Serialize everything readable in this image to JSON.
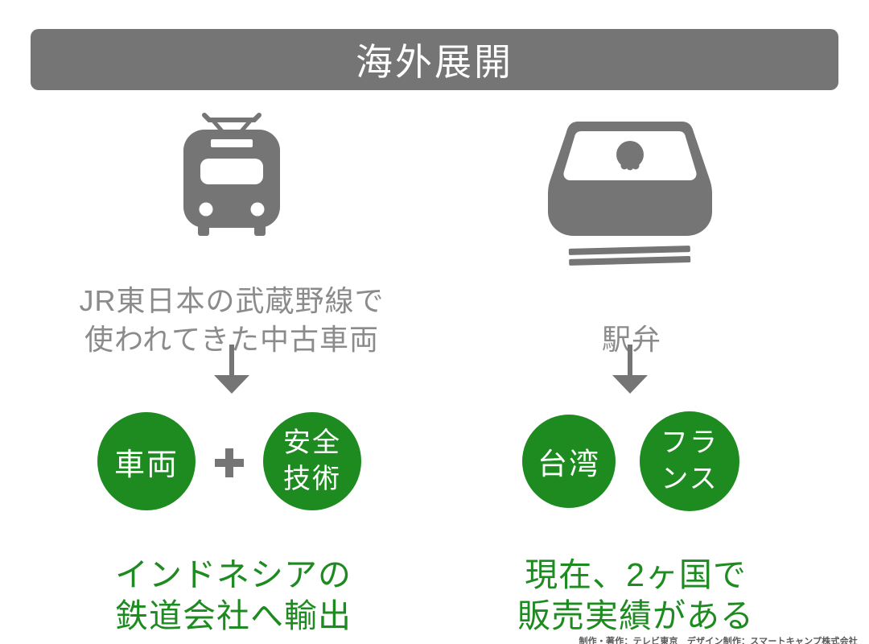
{
  "colors": {
    "green": "#1d8b20",
    "gray": "#757575",
    "light_gray_text": "#8b8b8b",
    "credit_gray": "#595959",
    "background": "#ffffff",
    "banner_text": "#ffffff"
  },
  "header": {
    "title": "海外展開"
  },
  "left_column": {
    "icon": "train-icon",
    "description": {
      "line1": "JR東日本の武蔵野線で",
      "line2": "使われてきた中古車両"
    },
    "arrow_icon": "down-arrow-icon",
    "circle1_label": "車両",
    "plus_symbol": "+",
    "circle2_label": {
      "line1": "安全",
      "line2": "技術"
    },
    "caption": {
      "line1": "インドネシアの",
      "line2": "鉄道会社へ輸出"
    }
  },
  "right_column": {
    "icon": "bento-icon",
    "label": "駅弁",
    "arrow_icon": "down-arrow-icon",
    "circle1_label": "台湾",
    "circle2_label": {
      "line1": "フラ",
      "line2": "ンス"
    },
    "caption": {
      "line1": "現在、2ヶ国で",
      "line2": "販売実績がある"
    }
  },
  "footer": {
    "credit": "制作・著作：テレビ東京　デザイン制作：スマートキャンプ株式会社"
  }
}
